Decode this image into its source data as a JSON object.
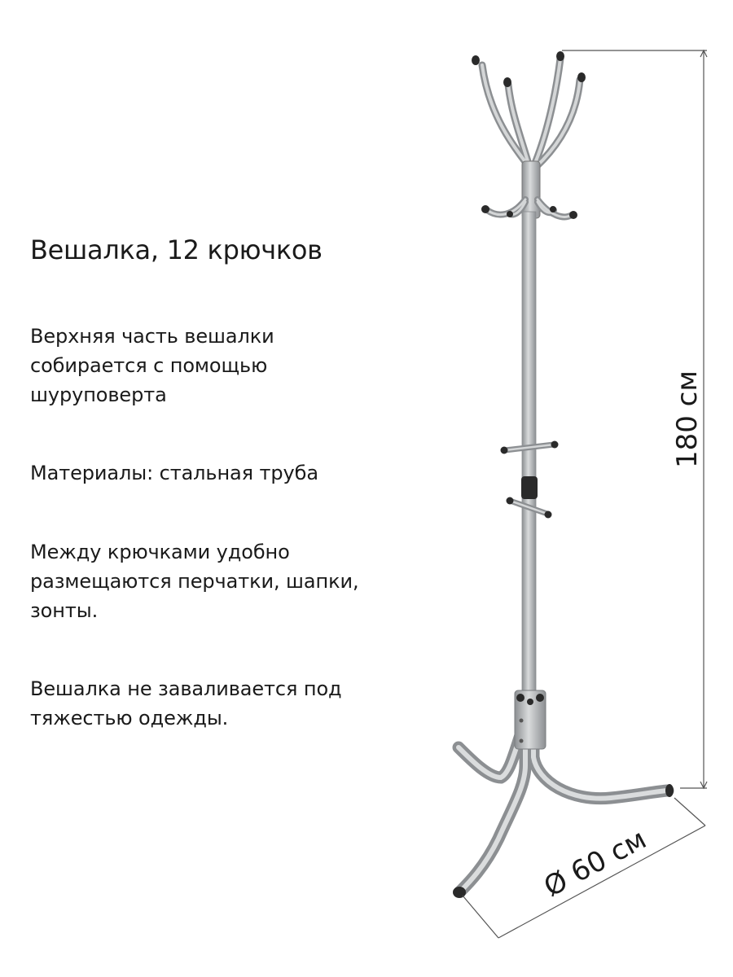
{
  "product": {
    "title": "Вешалка, 12 крючков",
    "paragraphs": [
      {
        "lines": [
          "Верхняя часть вешалки",
          "собирается с помощью",
          "шуруповерта"
        ]
      },
      {
        "lines": [
          "Материалы: стальная труба"
        ]
      },
      {
        "lines": [
          "Между крючками удобно",
          "размещаются перчатки, шапки,",
          "зонты."
        ]
      },
      {
        "lines": [
          "Вешалка не заваливается под",
          "тяжестью одежды."
        ]
      }
    ]
  },
  "dimensions": {
    "height_label": "180 см",
    "diameter_label": "Ø 60 см"
  },
  "colors": {
    "metal": "#b5b8ba",
    "metal_dark": "#8c8f92",
    "cap": "#2a2a2a",
    "dimension_line": "#555555",
    "text": "#1a1a1a"
  }
}
